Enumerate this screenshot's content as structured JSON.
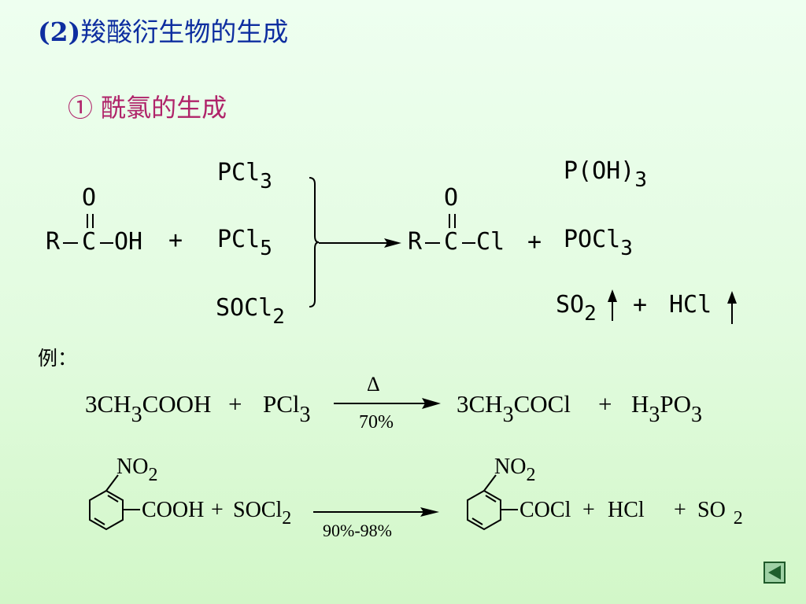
{
  "slide": {
    "title_num": "(2)",
    "title_text": "羧酸衍生物的生成",
    "subtitle": "① 酰氯的生成",
    "example_label": "例："
  },
  "general": {
    "carbonyl_o": "O",
    "acid": {
      "r": "R",
      "c": "C",
      "oh": "OH"
    },
    "plus": "+",
    "reagents": [
      {
        "base": "PCl",
        "sub": "3"
      },
      {
        "base": "PCl",
        "sub": "5"
      },
      {
        "base": "SOCl",
        "sub": "2"
      }
    ],
    "product": {
      "r": "R",
      "c": "C",
      "cl": "Cl"
    },
    "byproducts": {
      "p_oh": {
        "base": "P(OH)",
        "sub": "3"
      },
      "pocl": {
        "base": "POCl",
        "sub": "3"
      },
      "so2": {
        "base": "SO",
        "sub": "2"
      },
      "hcl": "HCl"
    }
  },
  "example1": {
    "reactant": {
      "a": "3CH",
      "a_sub": "3",
      "b": "COOH"
    },
    "plus": "+",
    "reagent": {
      "base": "PCl",
      "sub": "3"
    },
    "above_arrow": "Δ",
    "below_arrow": "70%",
    "product": {
      "a": "3CH",
      "a_sub": "3",
      "b": "COCl"
    },
    "byproduct": {
      "a": "H",
      "a_sub": "3",
      "b": "PO",
      "b_sub": "3"
    }
  },
  "example2": {
    "substituent": {
      "base": "NO",
      "sub": "2"
    },
    "reactant_group": "COOH",
    "plus": "+",
    "reagent": {
      "base": "SOCl",
      "sub": "2"
    },
    "below_arrow": "90%-98%",
    "product_group": "COCl",
    "hcl": "HCl",
    "so2": {
      "base": "SO",
      "sub": "2"
    }
  },
  "colors": {
    "title": "#0e2ea0",
    "subtitle": "#b0246a",
    "background": "#e2fbdf"
  },
  "nav": {
    "icon": "back-arrow-icon"
  }
}
